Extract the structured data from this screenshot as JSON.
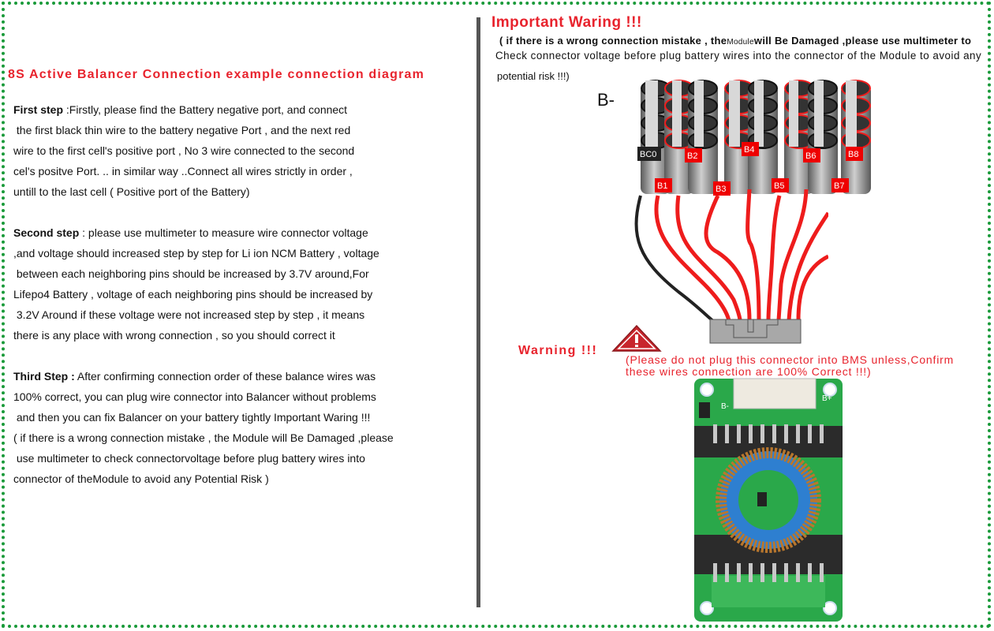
{
  "left": {
    "title": "8S Active Balancer Connection example connection diagram",
    "steps": [
      {
        "label": "First step",
        "lines": [
          " :Firstly, please find the Battery negative port, and connect",
          " the first black thin wire to the battery negative Port , and the next red",
          "wire to the first cell's positive port , No 3 wire connected to the second",
          "cel's positve Port. .. in similar way ..Connect all wires strictly in order ,",
          "untill to the last cell ( Positive port of the Battery)"
        ]
      },
      {
        "label": "Second step",
        "lines": [
          " : please use multimeter to measure wire connector voltage",
          ",and voltage should increased step by step for Li ion NCM Battery , voltage",
          " between each neighboring pins should be increased by 3.7V around,For",
          "Lifepo4 Battery , voltage of each neighboring pins should be increased by",
          " 3.2V Around if these voltage were not increased step by step , it means",
          "there is any place with wrong connection , so you should correct it"
        ]
      },
      {
        "label": "Third Step :",
        "lines": [
          " After confirming connection order of these balance wires was",
          "100% correct, you can plug wire connector into Balancer without problems",
          " and then you can fix Balancer on your battery tightly Important Waring !!!",
          "( if there is a wrong connection mistake , the Module will Be Damaged ,please",
          " use multimeter to check connectorvoltage before plug battery wires into",
          "connector of theModule to avoid any Potential Risk )"
        ]
      }
    ]
  },
  "right": {
    "warning_title": "Important Waring !!!",
    "warning_line1_a": "( if there is a wrong connection mistake , the",
    "warning_line1_small": "Module",
    "warning_line1_b": "will Be Damaged ,please use multimeter to",
    "warning_line2": "Check connector voltage before plug battery wires into the connector of the Module to avoid any",
    "warning_line3": "potential risk !!!)",
    "b_minus_label": "B-",
    "cell_labels": [
      "BC0",
      "B1",
      "B2",
      "B3",
      "B4",
      "B5",
      "B6",
      "B7",
      "B8"
    ],
    "warning_label": "Warning !!!",
    "warning_note": "(Please do not plug this connector into BMS unless,Confirm\nthese wires connection are 100% Correct !!!)",
    "pcb_labels": {
      "b_minus": "B-",
      "b_plus": "B+"
    }
  },
  "colors": {
    "accent_red": "#e8232d",
    "border_green": "#1a9a3a",
    "pcb_green": "#2aa84a",
    "wire_black": "#222222",
    "connector_gray": "#a8a8a8"
  }
}
